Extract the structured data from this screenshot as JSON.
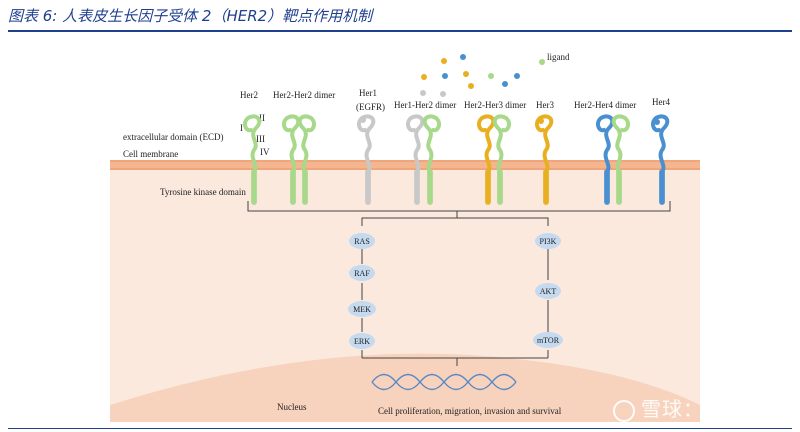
{
  "figure": {
    "title": "图表 6:  人表皮生长因子受体 2（HER2）靶点作用机制"
  },
  "diagram": {
    "ligand_label": "ligand",
    "receptors": [
      {
        "id": "her2",
        "label": "Her2",
        "sub": "",
        "color": "#a8d88a"
      },
      {
        "id": "her2-her2-dimer",
        "label": "Her2-Her2 dimer",
        "sub": "",
        "color": "#a8d88a"
      },
      {
        "id": "her1",
        "label": "Her1",
        "sub": "(EGFR)",
        "color": "#c8c8c8"
      },
      {
        "id": "her1-her2-dimer",
        "label": "Her1-Her2 dimer",
        "sub": "",
        "color": "#c8c8c8"
      },
      {
        "id": "her2-her3-dimer",
        "label": "Her2-Her3 dimer",
        "sub": "",
        "color": "#e8b020"
      },
      {
        "id": "her3",
        "label": "Her3",
        "sub": "",
        "color": "#e8b020"
      },
      {
        "id": "her2-her4-dimer",
        "label": "Her2-Her4 dimer",
        "sub": "",
        "color": "#4a90d0"
      },
      {
        "id": "her4",
        "label": "Her4",
        "sub": "",
        "color": "#4a90d0"
      }
    ],
    "domain_labels": {
      "ecd": "extracellular domain (ECD)",
      "membrane": "Cell membrane",
      "tk": "Tyrosine kinase domain",
      "roman": [
        "I",
        "II",
        "III",
        "IV"
      ]
    },
    "pathway_left": [
      "RAS",
      "RAF",
      "MEK",
      "ERK"
    ],
    "pathway_right": [
      "PI3K",
      "AKT",
      "mTOR"
    ],
    "nucleus_label": "Nucleus",
    "outcome_label": "Cell proliferation, migration, invasion and survival",
    "colors": {
      "cytoplasm": "#fbe9de",
      "membrane": "#f5b58e",
      "nucleus": "#f7d3bd",
      "pill": "#c5d9ef",
      "dna": "#5b86c6",
      "title": "#1f3f8f"
    }
  },
  "watermark": {
    "text": "雪球：心稳致远"
  }
}
